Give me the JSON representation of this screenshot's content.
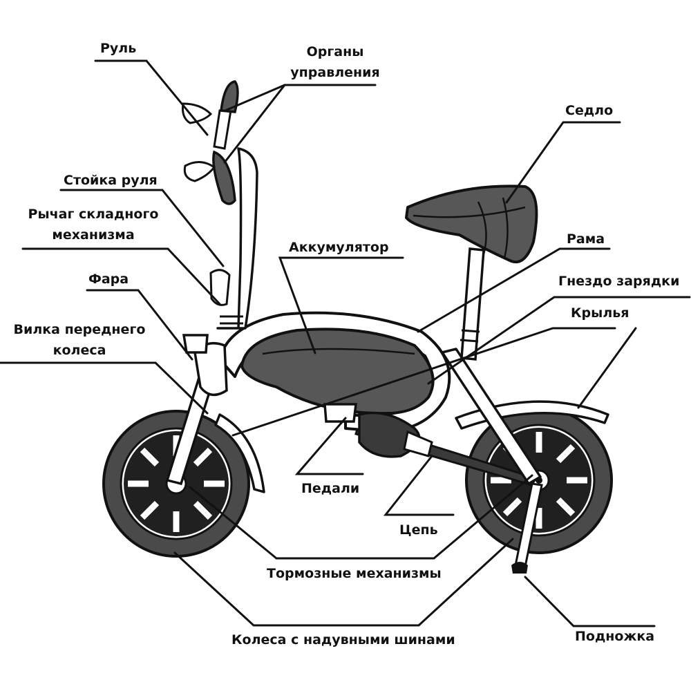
{
  "labels": {
    "handlebar": "Руль",
    "controls_line1": "Органы",
    "controls_line2": "управления",
    "saddle": "Седло",
    "stem": "Стойка руля",
    "fold_lever_line1": "Рычаг складного",
    "fold_lever_line2": "механизма",
    "battery": "Аккумулятор",
    "frame": "Рама",
    "headlight": "Фара",
    "charge_port": "Гнездо зарядки",
    "fenders": "Крылья",
    "fork_line1": "Вилка переднего",
    "fork_line2": "колеса",
    "pedals": "Педали",
    "chain": "Цепь",
    "brakes": "Тормозные механизмы",
    "wheels": "Колеса с надувными шинами",
    "kickstand": "Подножка"
  },
  "colors": {
    "ink": "#111111",
    "tire": "#4a4a4a",
    "dark_fill": "#575757",
    "light_fill": "#ffffff"
  }
}
